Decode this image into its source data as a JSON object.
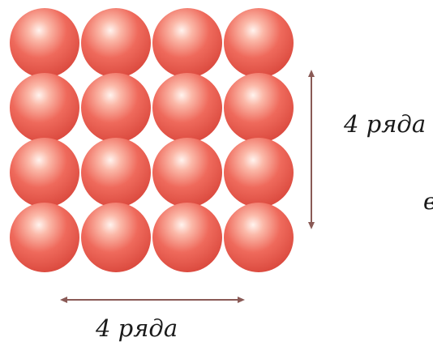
{
  "diagram": {
    "rows": 4,
    "cols": 4,
    "ball_color": "#e9554a",
    "ball_highlight": "#fff1ec",
    "arrow_color": "#8a5a56",
    "label_right": "4 ряда",
    "label_bottom": "4 ряда",
    "label_edge": "в"
  }
}
